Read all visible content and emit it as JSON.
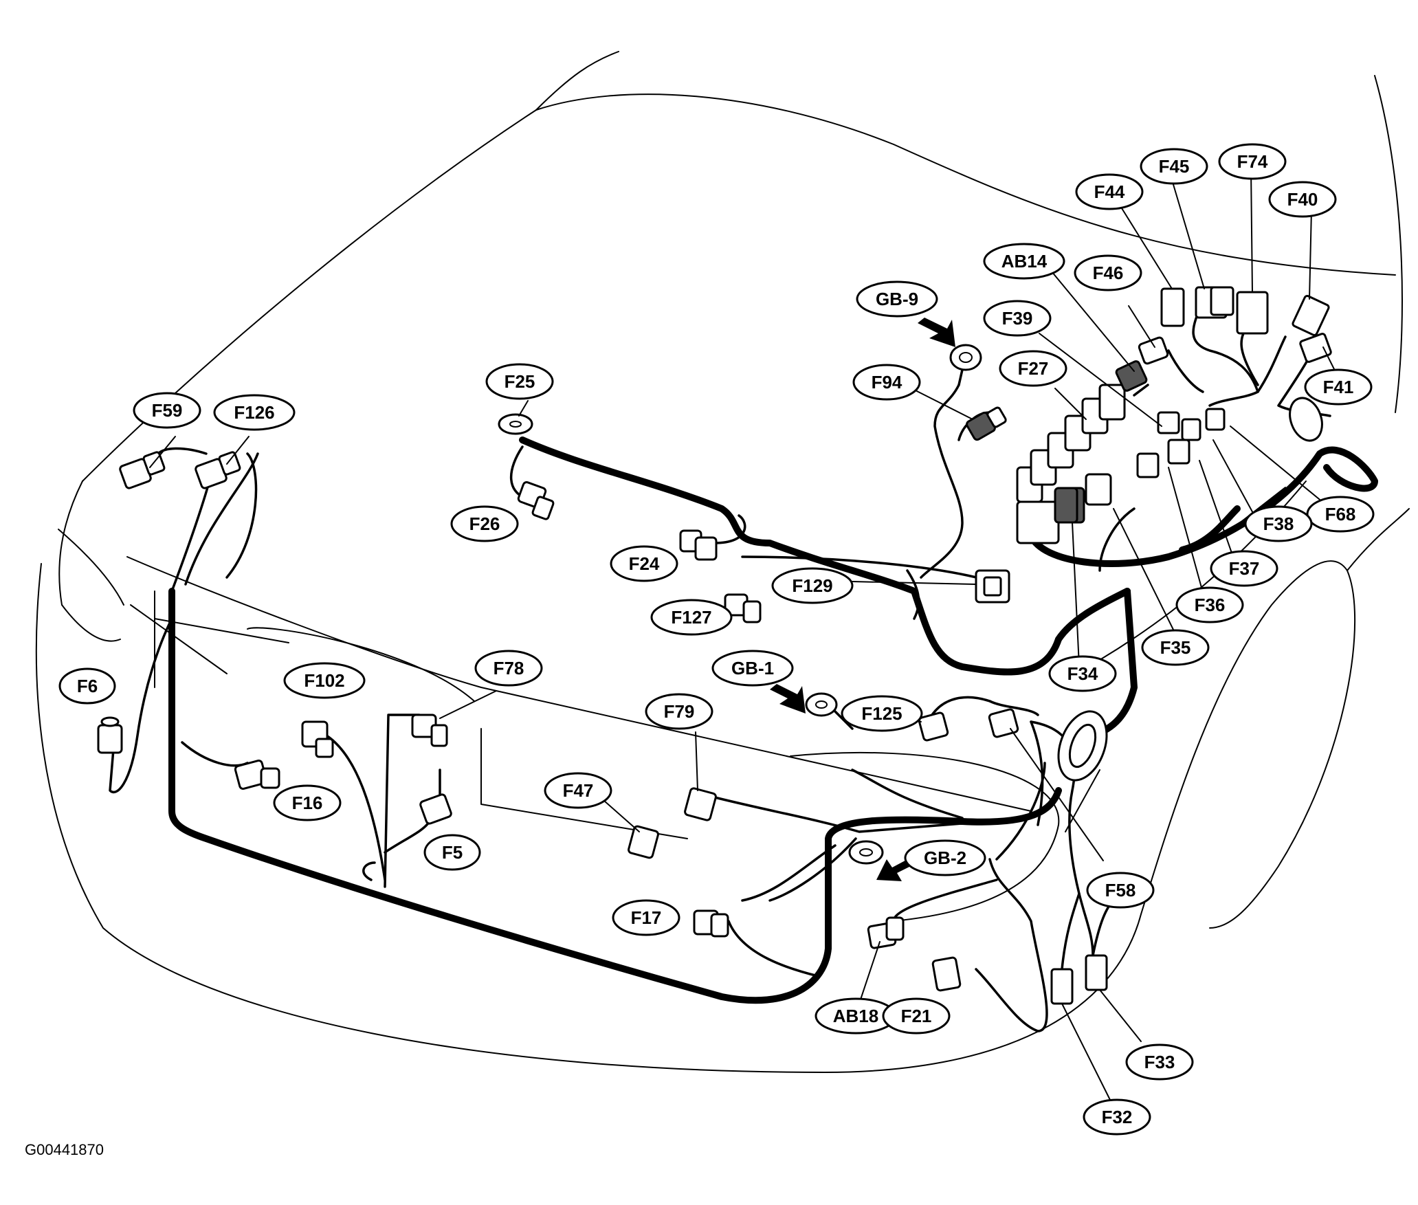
{
  "figure_id": "G00441870",
  "labels": [
    "F59",
    "F126",
    "F25",
    "F26",
    "F24",
    "F129",
    "F127",
    "F94",
    "GB-9",
    "AB14",
    "F39",
    "F27",
    "F46",
    "F44",
    "F45",
    "F74",
    "F40",
    "F41",
    "F68",
    "F38",
    "F37",
    "F36",
    "F35",
    "F34",
    "F6",
    "F102",
    "F78",
    "F16",
    "F5",
    "F79",
    "F47",
    "GB-1",
    "F125",
    "GB-2",
    "F58",
    "F17",
    "AB18",
    "F21",
    "F33",
    "F32"
  ]
}
